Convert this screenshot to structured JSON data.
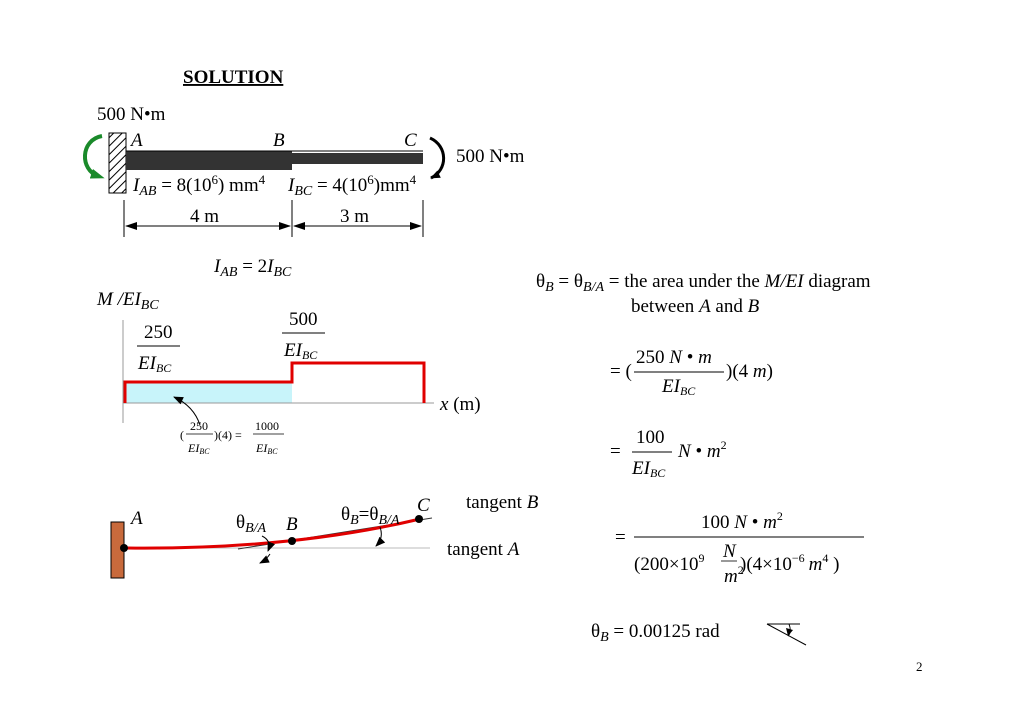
{
  "heading": "SOLUTION",
  "page_number": "2",
  "colors": {
    "moment_arrow": "#1a8a2a",
    "mei_line": "#e00000",
    "mei_fill": "#c8f4fa",
    "wall": "#c86a3c",
    "curve": "#e00000",
    "beam": "#333333"
  },
  "beam": {
    "left_moment": "500 N•m",
    "right_moment": "500 N•m",
    "label_a": "A",
    "label_b": "B",
    "label_c": "C",
    "iab_sym": "I",
    "iab_sub": "AB",
    "iab_eq": " = 8(10",
    "iab_exp": "6",
    "iab_unit": ") mm",
    "iab_unit_exp": "4",
    "ibc_sym": "I",
    "ibc_sub": "BC",
    "ibc_eq": " = 4(10",
    "ibc_exp": "6",
    "ibc_unit": ")mm",
    "ibc_unit_exp": "4",
    "len_ab": "4 m",
    "len_bc": "3 m"
  },
  "relation": {
    "i": "I",
    "sub_ab": "AB",
    "eq": " = 2",
    "i2": "I",
    "sub_bc": "BC"
  },
  "mei_diagram": {
    "y_label_m": "M /EI",
    "y_label_sub": "BC",
    "left_num": "250",
    "left_den": "EI",
    "left_den_sub": "BC",
    "right_num": "500",
    "right_den": "EI",
    "right_den_sub": "BC",
    "x_label": "x",
    "x_unit": " (m)",
    "area_open": "(",
    "area_num": "250",
    "area_den": "EI",
    "area_den_sub": "BC",
    "area_mid": ")(4) =",
    "area_res_num": "1000",
    "area_res_den": "EI",
    "area_res_sub": "BC"
  },
  "elastic_curve": {
    "label_a": "A",
    "label_b": "B",
    "label_c": "C",
    "theta": "θ",
    "theta_ba_sub": "B/A",
    "theta_b_sub": "B",
    "eq": "=",
    "theta2": "θ",
    "theta_ba2_sub": "B/A",
    "tangent_b": "tangent ",
    "tangent_b_it": "B",
    "tangent_a": "tangent ",
    "tangent_a_it": "A"
  },
  "equations": {
    "theta": "θ",
    "sub_b": "B",
    "eq1": " = θ",
    "sub_ba": "B/A",
    "area_text": " = the area under the ",
    "mei": "M/EI",
    "diagram": " diagram",
    "between": "between ",
    "a": "A",
    "and": " and ",
    "b": "B",
    "eq2_prefix": "= (",
    "eq2_num": "250 ",
    "eq2_n": "N",
    "eq2_dot": " • ",
    "eq2_m": "m",
    "eq2_den": "EI",
    "eq2_den_sub": "BC",
    "eq2_suffix": ")(4 ",
    "eq2_m2": "m",
    "eq2_close": ")",
    "eq3_prefix": "=",
    "eq3_num": "100",
    "eq3_den": "EI",
    "eq3_den_sub": "BC",
    "eq3_unit_n": "N",
    "eq3_dot": " • ",
    "eq3_unit_m": "m",
    "eq3_exp": "2",
    "eq4_prefix": "=",
    "eq4_num": "100 ",
    "eq4_n": "N",
    "eq4_dot": " • ",
    "eq4_m": "m",
    "eq4_exp": "2",
    "eq4_d1": "(200×10",
    "eq4_d1_exp": "9",
    "eq4_fn": "N",
    "eq4_fd": "m",
    "eq4_fd_exp": "2",
    "eq4_d2": ")(4×10",
    "eq4_d2_exp": "−6",
    "eq4_d3": "m",
    "eq4_d3_exp": "4",
    "eq4_d4": " )",
    "result_theta": "θ",
    "result_sub": "B",
    "result": " = 0.00125 rad"
  }
}
